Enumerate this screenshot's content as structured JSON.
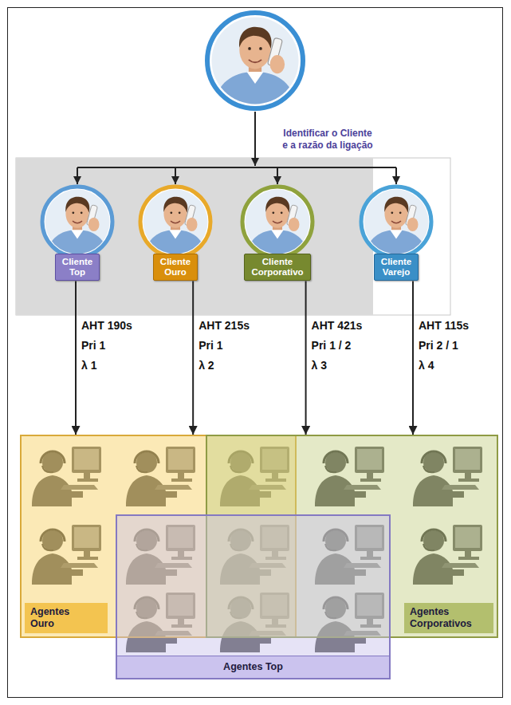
{
  "diagram": {
    "nodes": [
      {
        "text": [
          "Cliente Top"
        ]
      },
      {
        "text": [
          "Cliente Ouro"
        ]
      },
      {
        "text": [
          "Cliente Corporativo"
        ]
      },
      {
        "text": [
          "Cliente Varejo"
        ]
      },
      {
        "text": [
          "Agentes Ouro"
        ]
      },
      {
        "text": [
          "Agentes Corporativos"
        ]
      },
      {
        "text": [
          "Agentes Top"
        ]
      }
    ],
    "edges": [
      {
        "from": 0,
        "to": 4,
        "arrow": "to"
      },
      {
        "from": 1,
        "to": 4,
        "arrow": "to"
      },
      {
        "from": 2,
        "to": 5,
        "arrow": "to"
      },
      {
        "from": 3,
        "to": 5,
        "arrow": "to"
      }
    ],
    "labels": [
      "Identificar o Cliente e a razão da ligação",
      "AHT 190s",
      "Pri 1",
      "λ 1",
      "AHT 215s",
      "Pri 1",
      "λ 2",
      "AHT 421s",
      "Pri 1 / 2",
      "λ 3",
      "AHT 115s",
      "Pri 2 / 1",
      "λ 4"
    ]
  }
}
